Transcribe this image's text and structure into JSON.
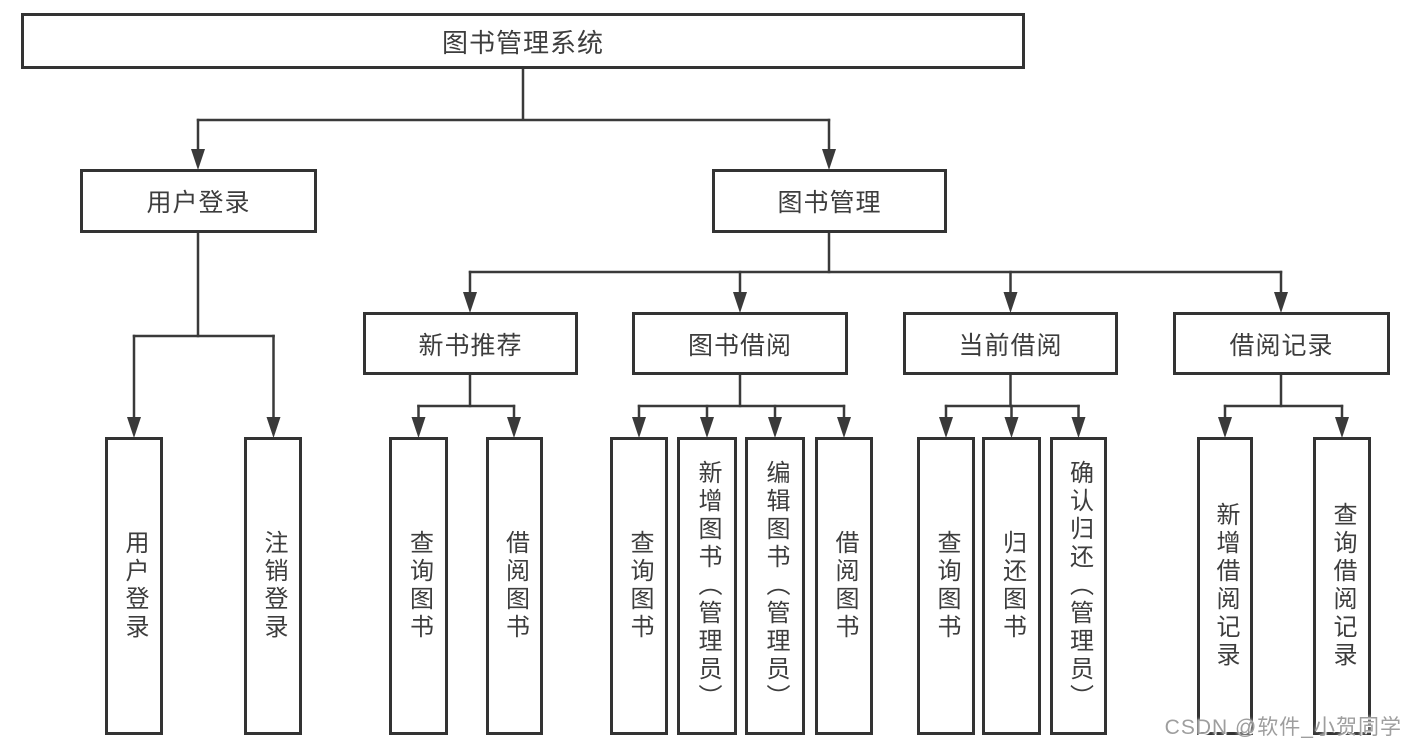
{
  "title": "图书管理系统",
  "nodes": {
    "user_login": "用户登录",
    "book_management": "图书管理",
    "new_book_recommend": "新书推荐",
    "book_borrowing": "图书借阅",
    "current_borrowing": "当前借阅",
    "borrowing_records": "借阅记录",
    "leaf_user_login": "用户登录",
    "leaf_logout": "注销登录",
    "leaf_query_books_recommend": "查询图书",
    "leaf_borrow_books_recommend": "借阅图书",
    "leaf_query_books_borrowing": "查询图书",
    "leaf_add_books_admin": "新增图书（管理员）",
    "leaf_edit_books_admin": "编辑图书（管理员）",
    "leaf_borrow_books_borrowing": "借阅图书",
    "leaf_query_books_current": "查询图书",
    "leaf_return_books": "归还图书",
    "leaf_confirm_return_admin": "确认归还（管理员）",
    "leaf_add_borrow_record": "新增借阅记录",
    "leaf_query_borrow_record": "查询借阅记录"
  },
  "watermark": "CSDN @软件_小贺同学",
  "colors": {
    "line": "#3a3a3a",
    "box_border": "#333333",
    "text": "#3d3d3d",
    "watermark": "#9e9e9e",
    "background": "#ffffff"
  }
}
